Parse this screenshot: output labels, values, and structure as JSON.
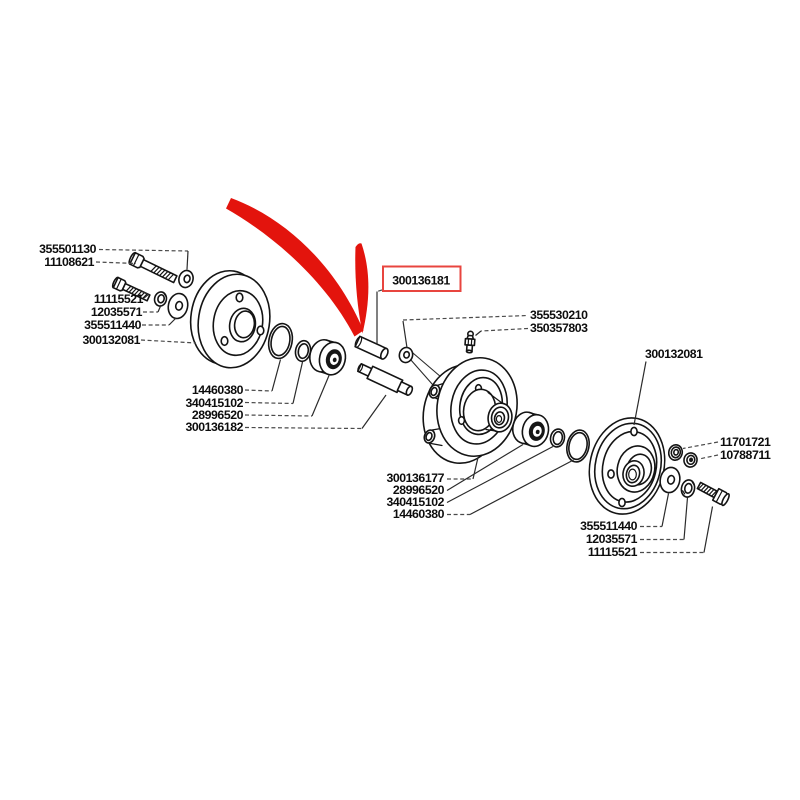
{
  "colors": {
    "background": "#ffffff",
    "line": "#141414",
    "label_text": "#0d0d0d",
    "leader": "#4a4a4a",
    "highlight_arrow": "#e3140d",
    "highlight_box": "#e8453f"
  },
  "highlight": {
    "part_number": "300136181"
  },
  "labels": [
    {
      "text": "355501130"
    },
    {
      "text": "11108621"
    },
    {
      "text": "11115521"
    },
    {
      "text": "12035571"
    },
    {
      "text": "355511440"
    },
    {
      "text": "300132081"
    },
    {
      "text": "14460380"
    },
    {
      "text": "340415102"
    },
    {
      "text": "28996520"
    },
    {
      "text": "300136182"
    },
    {
      "text": "300136181"
    },
    {
      "text": "355530210"
    },
    {
      "text": "350357803"
    },
    {
      "text": "300132081"
    },
    {
      "text": "300136177"
    },
    {
      "text": "28996520"
    },
    {
      "text": "340415102"
    },
    {
      "text": "14460380"
    },
    {
      "text": "11701721"
    },
    {
      "text": "10788711"
    },
    {
      "text": "355511440"
    },
    {
      "text": "12035571"
    },
    {
      "text": "11115521"
    }
  ]
}
